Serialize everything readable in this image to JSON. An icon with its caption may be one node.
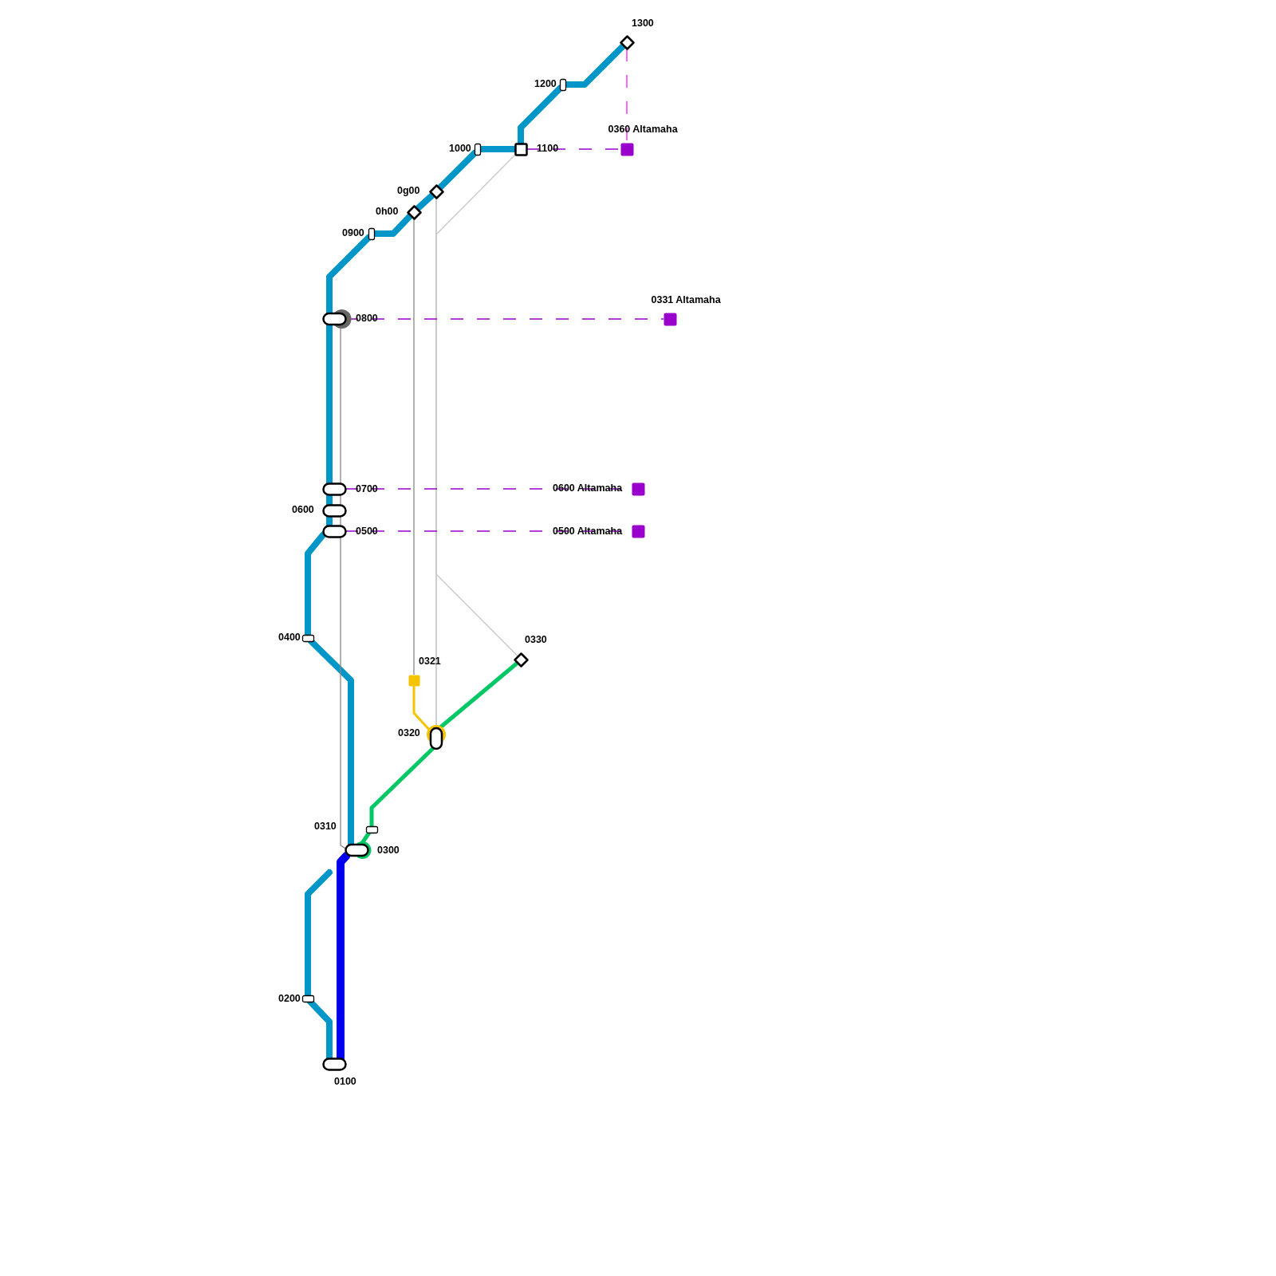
{
  "diagram": {
    "nodes": [
      {
        "text": [
          "0100"
        ]
      },
      {
        "text": [
          "0200"
        ]
      },
      {
        "text": [
          "0300"
        ]
      },
      {
        "text": [
          "0310"
        ]
      },
      {
        "text": [
          "0320"
        ]
      },
      {
        "text": [
          "0321"
        ]
      },
      {
        "text": [
          "0330"
        ]
      },
      {
        "text": [
          "0400"
        ]
      },
      {
        "text": [
          "0500"
        ]
      },
      {
        "text": [
          "0600"
        ]
      },
      {
        "text": [
          "0700"
        ]
      },
      {
        "text": [
          "0800"
        ]
      },
      {
        "text": [
          "0900"
        ]
      },
      {
        "text": [
          "0h00"
        ]
      },
      {
        "text": [
          "0g00"
        ]
      },
      {
        "text": [
          "1000"
        ]
      },
      {
        "text": [
          "1100"
        ]
      },
      {
        "text": [
          "1200"
        ]
      },
      {
        "text": [
          "1300"
        ]
      },
      {
        "text": [
          "0360 Altamaha"
        ]
      },
      {
        "text": [
          "0331 Altamaha"
        ]
      },
      {
        "text": [
          "0600 Altamaha"
        ]
      },
      {
        "text": [
          "0500 Altamaha"
        ]
      }
    ],
    "edges": [
      {
        "from": 0,
        "to": 1,
        "arrow": "none"
      },
      {
        "from": 1,
        "to": null,
        "arrow": "none"
      },
      {
        "from": 2,
        "to": 7,
        "arrow": "none"
      },
      {
        "from": 7,
        "to": 8,
        "arrow": "none"
      },
      {
        "from": 8,
        "to": 9,
        "arrow": "none"
      },
      {
        "from": 9,
        "to": 10,
        "arrow": "none"
      },
      {
        "from": 10,
        "to": 11,
        "arrow": "none"
      },
      {
        "from": 11,
        "to": 12,
        "arrow": "none"
      },
      {
        "from": 12,
        "to": 13,
        "arrow": "none"
      },
      {
        "from": 13,
        "to": 14,
        "arrow": "none"
      },
      {
        "from": 14,
        "to": 15,
        "arrow": "none"
      },
      {
        "from": 15,
        "to": 16,
        "arrow": "none"
      },
      {
        "from": 16,
        "to": 17,
        "arrow": "none"
      },
      {
        "from": 17,
        "to": 18,
        "arrow": "none"
      },
      {
        "from": 0,
        "to": 2,
        "arrow": "none",
        "color": "#0000ee"
      },
      {
        "from": 2,
        "to": 3,
        "arrow": "none",
        "color": "#00c864"
      },
      {
        "from": 3,
        "to": 4,
        "arrow": "none",
        "color": "#00c864"
      },
      {
        "from": 4,
        "to": 6,
        "arrow": "none",
        "color": "#00c864"
      },
      {
        "from": 5,
        "to": 4,
        "arrow": "none",
        "color": "#f5c400"
      },
      {
        "from": 11,
        "to": 2,
        "arrow": "none",
        "color": "#888888"
      },
      {
        "from": 13,
        "to": 5,
        "arrow": "none",
        "color": "#888888"
      },
      {
        "from": 14,
        "to": 4,
        "arrow": "none",
        "color": "#b4b4b4"
      },
      {
        "from": 16,
        "to": 6,
        "arrow": "none",
        "color": "#c8c8c8"
      },
      {
        "from": 16,
        "to": 19,
        "arrow": "none",
        "style": "dashed",
        "color": "#9900cc"
      },
      {
        "from": 11,
        "to": 20,
        "arrow": "none",
        "style": "dashed",
        "color": "#9900cc"
      },
      {
        "from": 10,
        "to": 21,
        "arrow": "none",
        "style": "dashed",
        "color": "#9900cc"
      },
      {
        "from": 8,
        "to": 22,
        "arrow": "none",
        "style": "dashed",
        "color": "#9900cc"
      },
      {
        "from": 18,
        "to": 19,
        "arrow": "none",
        "style": "dashed",
        "color": "#ff33ff"
      }
    ]
  }
}
